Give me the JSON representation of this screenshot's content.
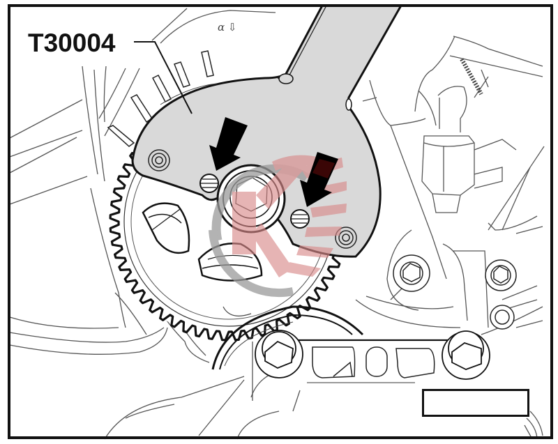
{
  "figure": {
    "part_number_label": "T30004",
    "angle_mark": "α ⇩",
    "caption_box_text": "",
    "colors": {
      "frame": "#111111",
      "tool_fill": "#d9d9d9",
      "line": "#222222",
      "thin_line": "#555555",
      "arrow": "#000000",
      "watermark_red": "#d98a8a",
      "watermark_gray": "#9a9a9a"
    },
    "components": [
      {
        "name": "counterhold-tool",
        "label": "T30004"
      },
      {
        "name": "camshaft-sprocket",
        "teeth": "toothed gear"
      },
      {
        "name": "central-bolt"
      },
      {
        "name": "tool-pins",
        "count": 2
      },
      {
        "name": "direction-arrows",
        "count": 2
      },
      {
        "name": "tensioner-roller"
      },
      {
        "name": "mounting-bolts",
        "count": 4
      },
      {
        "name": "sensor-connector"
      }
    ]
  }
}
